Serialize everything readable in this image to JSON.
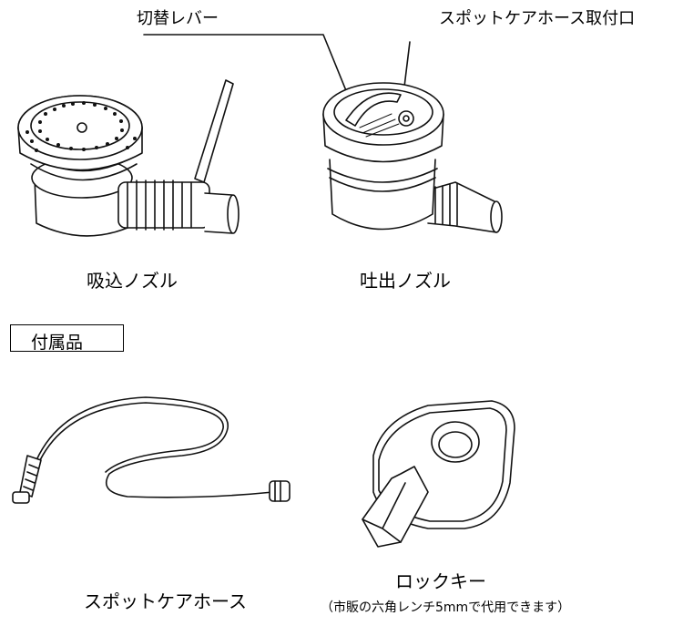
{
  "callouts": {
    "lever": "切替レバー",
    "hose_port": "スポットケアホース取付口"
  },
  "captions": {
    "intake_nozzle": "吸込ノズル",
    "outlet_nozzle": "吐出ノズル",
    "spot_hose": "スポットケアホース",
    "lock_key": "ロックキー",
    "lock_key_note": "（市販の六角レンチ5mmで代用できます）"
  },
  "section": {
    "accessories": "付属品"
  }
}
